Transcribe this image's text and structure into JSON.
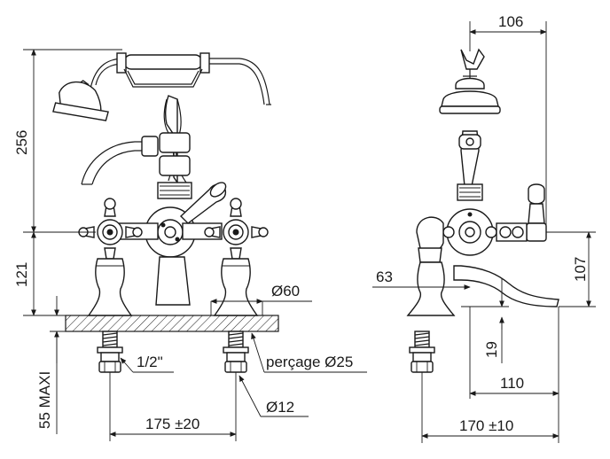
{
  "dimensions": {
    "d106": "106",
    "d256": "256",
    "d121": "121",
    "d55": "55 MAXI",
    "d60": "Ø60",
    "d63": "63",
    "d107": "107",
    "d19": "19",
    "d110": "110",
    "d170": "170 ±10",
    "d175": "175 ±20",
    "d12": "Ø12",
    "perc": "perçage Ø25",
    "thread": "1/2\""
  },
  "colors": {
    "ink": "#1a1a1a",
    "hatch": "#1a1a1a",
    "background": "#ffffff"
  }
}
